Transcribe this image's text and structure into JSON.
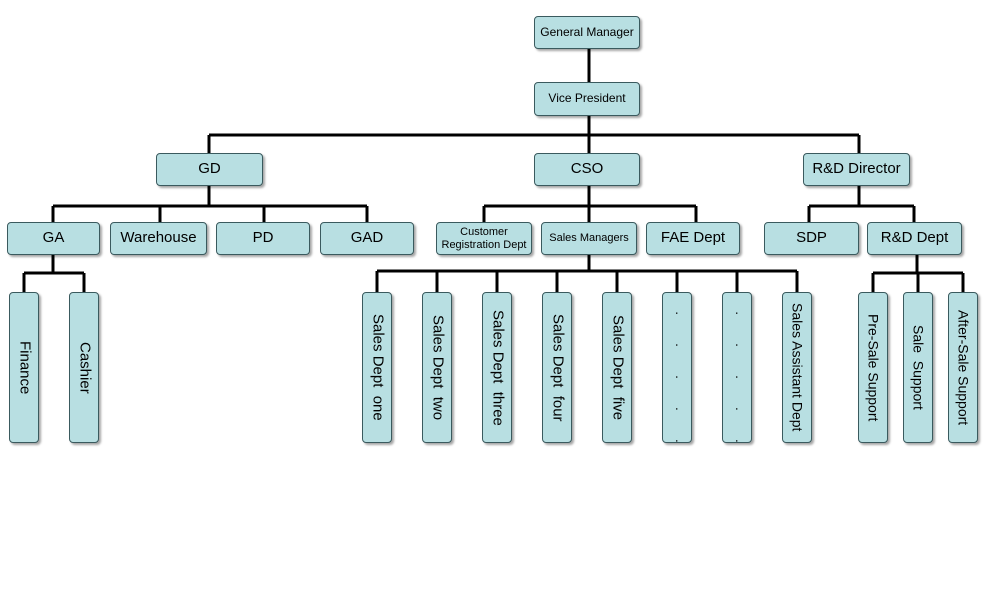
{
  "nodes": {
    "general_manager": "General Manager",
    "vice_president": "Vice President",
    "gd": "GD",
    "cso": "CSO",
    "rd_director": "R&D Director",
    "ga": "GA",
    "warehouse": "Warehouse",
    "pd": "PD",
    "gad": "GAD",
    "customer_registration_dept": "Customer Registration Dept",
    "sales_managers": "Sales Managers",
    "fae_dept": "FAE Dept",
    "sdp": "SDP",
    "rd_dept": "R&D Dept",
    "finance": "Finance",
    "cashier": "Cashier",
    "sales_dept_one": "Sales Dept  one",
    "sales_dept_two": "Sales Dept  two",
    "sales_dept_three": "Sales Dept  three",
    "sales_dept_four": "Sales Dept  four",
    "sales_dept_five": "Sales Dept  five",
    "ellipsis_1": "· · · · · ·",
    "ellipsis_2": "· · · · · ·",
    "sales_assistant_dept": "Sales Assistant Dept",
    "pre_sale_support": "Pre-Sale Support",
    "sale_support": "Sale  Support",
    "after_sale_support": "After-Sale Support"
  },
  "colors": {
    "box_fill": "#b8dfe2",
    "box_border": "#3a5a5e",
    "connector": "#000000"
  }
}
